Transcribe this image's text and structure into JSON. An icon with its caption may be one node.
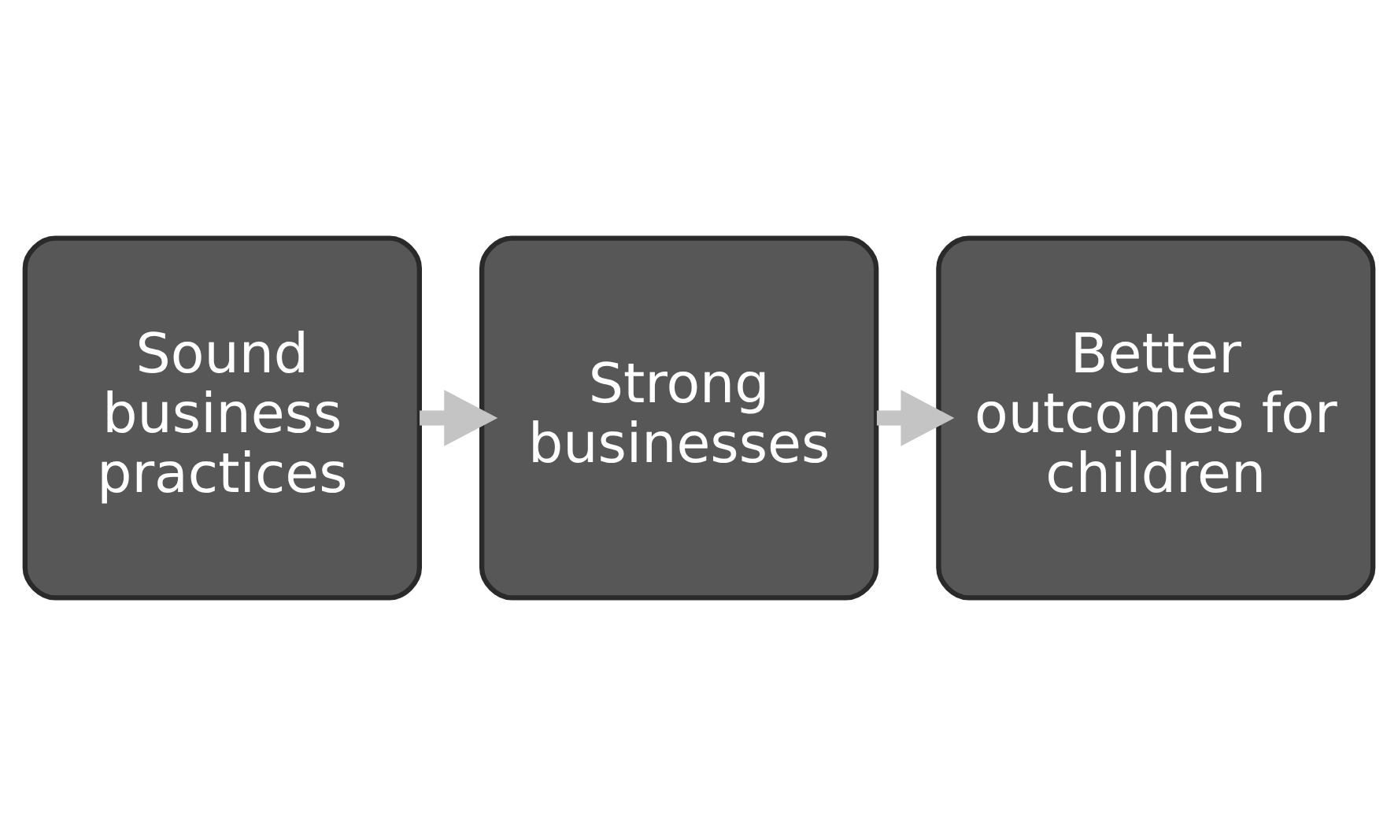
{
  "diagram": {
    "nodes": [
      {
        "text": [
          "Sound business practices"
        ]
      },
      {
        "text": [
          "Strong businesses"
        ]
      },
      {
        "text": [
          "Better outcomes for children"
        ]
      }
    ],
    "edges": [
      {
        "from": 0,
        "to": 1,
        "arrow": "to"
      },
      {
        "from": 1,
        "to": 2,
        "arrow": "to"
      }
    ]
  }
}
